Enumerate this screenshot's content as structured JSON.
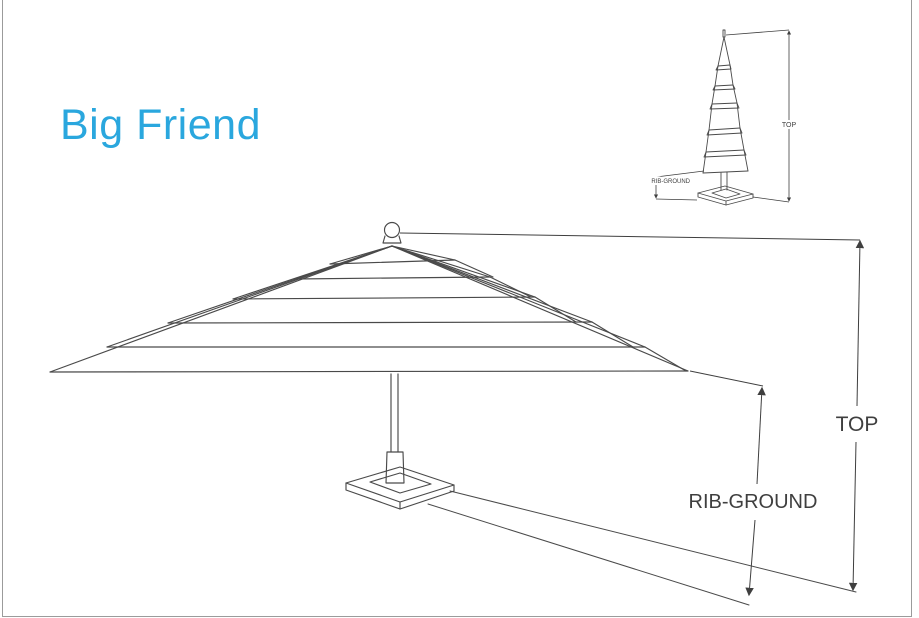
{
  "page": {
    "title": "Big Friend"
  },
  "colors": {
    "accent": "#2aa7de",
    "line": "#4a4a4a",
    "label": "#3f3f3f",
    "border": "#9b9b9b"
  },
  "main_diagram": {
    "subject": "open-tiered-square-umbrella-with-pole-and-base",
    "dimensions": {
      "top_label": "TOP",
      "rib_ground_label": "RIB-GROUND"
    }
  },
  "thumbnail_diagram": {
    "subject": "closed-umbrella-on-base",
    "dimensions": {
      "top_label": "TOP",
      "rib_ground_label": "RIB-GROUND"
    }
  }
}
